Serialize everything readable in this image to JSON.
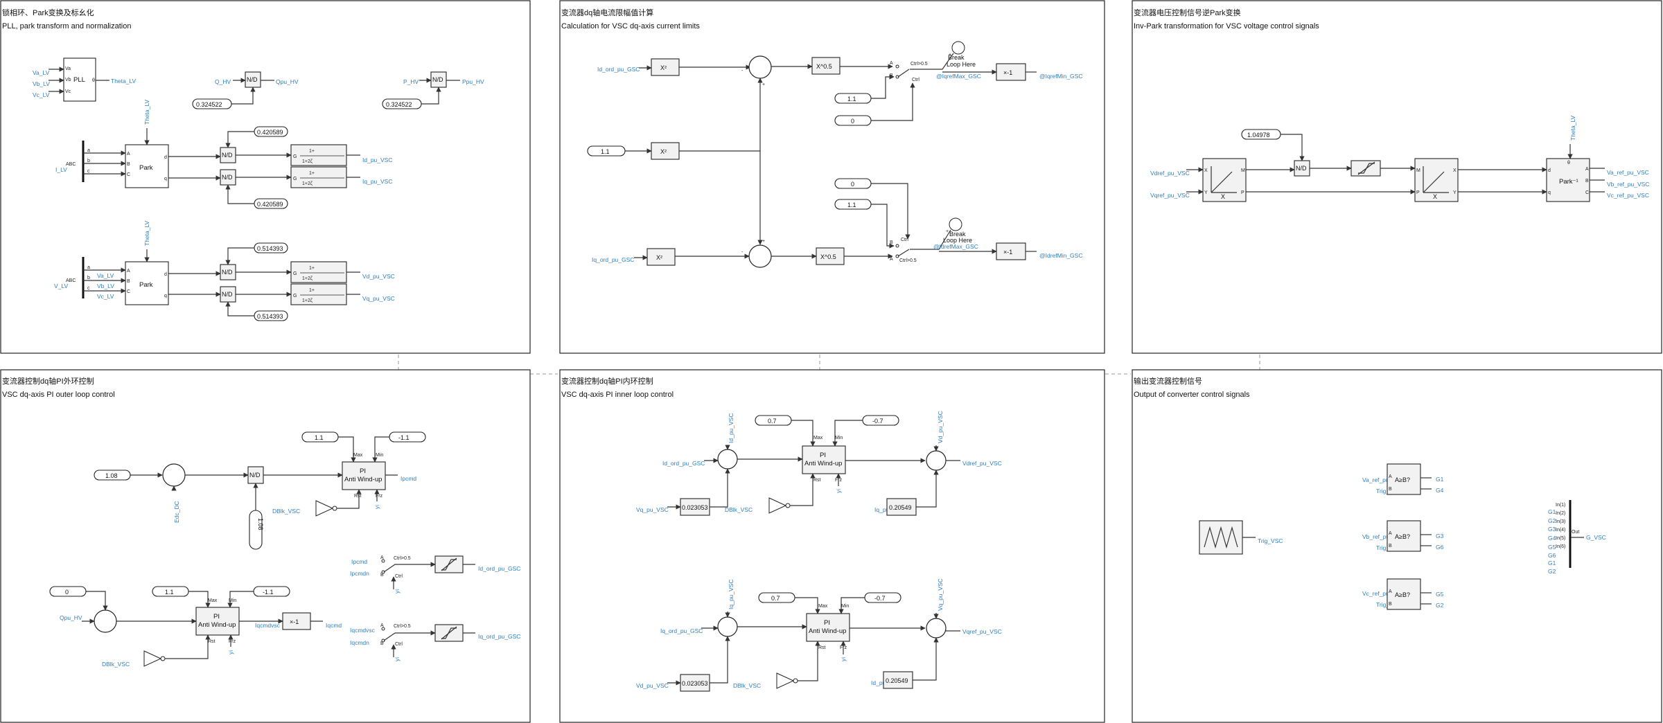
{
  "panels": {
    "p1": {
      "title_cn": "锁相环、Park变换及标幺化",
      "title_en": "PLL, park transform and normalization"
    },
    "p2": {
      "title_cn": "变流器dq轴电流限幅值计算",
      "title_en": "Calculation for VSC dq-axis current limits"
    },
    "p3": {
      "title_cn": "变流器电压控制信号逆Park变换",
      "title_en": "Inv-Park transformation for VSC voltage control signals"
    },
    "p4": {
      "title_cn": "变流器控制dq轴PI外环控制",
      "title_en": "VSC dq-axis PI outer loop control"
    },
    "p5": {
      "title_cn": "变流器控制dq轴PI内环控制",
      "title_en": "VSC dq-axis PI inner loop control"
    },
    "p6": {
      "title_cn": "输出变流器控制信号",
      "title_en": "Output of converter control signals"
    }
  },
  "p1": {
    "pll_in": [
      "Va_LV",
      "Vb_LV",
      "Vc_LV"
    ],
    "pll_ports": [
      "Va",
      "Vb",
      "Vc",
      "θ"
    ],
    "pll_label": "PLL",
    "theta_out": "Theta_LV",
    "q_in": "Q_HV",
    "q_out": "Qpu_HV",
    "q_const": "0.324522",
    "p_in": "P_HV",
    "p_out": "Ppu_HV",
    "p_const": "0.324522",
    "nd": "N/D",
    "n": "N",
    "d": "D",
    "theta1": "Theta_LV",
    "theta2": "Theta_LV",
    "abc": "ABC",
    "ilv": "I_LV",
    "vlv": "V_LV",
    "park": "Park",
    "park_ports": [
      "a",
      "b",
      "c",
      "A",
      "B",
      "C",
      "d",
      "q"
    ],
    "c_top1": "0.420589",
    "c_bot1": "0.420589",
    "c_top2": "0.514393",
    "c_bot2": "0.514393",
    "gpre": "G",
    "filt_num": "1+",
    "filt_den": "1+2ζ",
    "out1": "Id_pu_VSC",
    "out2": "Iq_pu_VSC",
    "out3": "Vd_pu_VSC",
    "out4": "Vq_pu_VSC",
    "vabc": [
      "Va_LV",
      "Vb_LV",
      "Vc_LV"
    ]
  },
  "p2": {
    "in1": "Id_ord_pu_GSC",
    "in2": "Iq_ord_pu_GSC",
    "const_in": "1.1",
    "sq": "X²",
    "sqrt": "X^0.5",
    "neg": "×-1",
    "c1": "1.1",
    "c0": "0",
    "c0b": "0",
    "c1b": "1.1",
    "ctrl": "Ctrl",
    "ctrl05": "Ctrl>0.5",
    "ab": [
      "A",
      "B"
    ],
    "break1": "Break",
    "break2": "Loop Here",
    "out1a": "@IqrefMax_GSC",
    "out1b": "@IqrefMin_GSC",
    "out2a": "@IdrefMax_GSC",
    "out2b": "@IdrefMin_GSC",
    "plus": "+",
    "minus": "-"
  },
  "p3": {
    "vd": "Vdref_pu_VSC",
    "vq": "Vqref_pu_VSC",
    "const": "1.04978",
    "rect_ports": [
      "X",
      "Y",
      "M",
      "P"
    ],
    "polar_ports": [
      "M",
      "P",
      "X",
      "Y"
    ],
    "theta": "Theta_LV",
    "invpark": "Park⁻¹",
    "ports_in": [
      "d",
      "q",
      "θ"
    ],
    "ports_out": [
      "A",
      "B",
      "C"
    ],
    "outs": [
      "Va_ref_pu_VSC",
      "Vb_ref_pu_VSC",
      "Vc_ref_pu_VSC"
    ],
    "nd": "N/D"
  },
  "p4": {
    "c108": "1.08",
    "edc": "Edc_DC",
    "c108v": "1.08",
    "max1": "1.1",
    "min1": "-1.1",
    "pi": "PI",
    "awu": "Anti Wind-up",
    "pi_ports": [
      "Max",
      "Min",
      "Rst",
      "Frz"
    ],
    "ipcmd": "Ipcmd",
    "dblk": "DBlk_VSC",
    "c0": "0",
    "qpu": "Qpu_HV",
    "max2": "1.1",
    "min2": "-1.1",
    "neg": "×-1",
    "iqcmdvsc": "Iqcmdvsc",
    "iqcmd": "Iqcmd",
    "sw1a": "Ipcmd",
    "sw1b": "Ipcmdn",
    "sw2a": "Iqcmdvsc",
    "sw2b": "Iqcmdn",
    "ctrl": "Ctrl",
    "ctrl05": "Ctrl>0.5",
    "out1": "Id_ord_pu_GSC",
    "out2": "Iq_ord_pu_GSC",
    "dblk2": "DBlk_VSC",
    "nd": "N/D",
    "yi": "yi"
  },
  "p5": {
    "id_in": "Id_pu_VSC",
    "iq_in": "Iq_pu_VSC",
    "vd_in": "Vd_pu_VSC",
    "vq_in": "Vq_pu_VSC",
    "ref1": "Id_ord_pu_GSC",
    "ref2": "Iq_ord_pu_GSC",
    "max": "0.7",
    "min": "-0.7",
    "pi": "PI",
    "awu": "Anti Wind-up",
    "k1": "0.023053",
    "k2": "0.20549",
    "vq1": "Vq_pu_VSC",
    "iq1": "Iq_pu_VSC",
    "vd2": "Vd_pu_VSC",
    "id2": "Id_pu_VSC",
    "dblk": "DBlk_VSC",
    "out1": "Vdref_pu_VSC",
    "out2": "Vqref_pu_VSC",
    "yi": "yi"
  },
  "p6": {
    "trig": "Trig_VSC",
    "cmps": [
      {
        "a": "Va_ref_pu_VSC",
        "b": "Trig_VSC",
        "o": "G1",
        "ob": "G4"
      },
      {
        "a": "Vb_ref_pu_VSC",
        "b": "Trig_VSC",
        "o": "G3",
        "ob": "G6"
      },
      {
        "a": "Vc_ref_pu_VSC",
        "b": "Trig_VSC",
        "o": "G5",
        "ob": "G2"
      }
    ],
    "cmp_label": "A≥B?",
    "mux_in": [
      "G1",
      "G2",
      "G3",
      "G4",
      "G5",
      "G6",
      "G1",
      "G2"
    ],
    "mux_in_labels": [
      "In(1)",
      "In(2)",
      "In(3)",
      "In(4)",
      "In(5)",
      "In(6)"
    ],
    "mux_out": "Out",
    "g_vsc": "G_VSC"
  }
}
